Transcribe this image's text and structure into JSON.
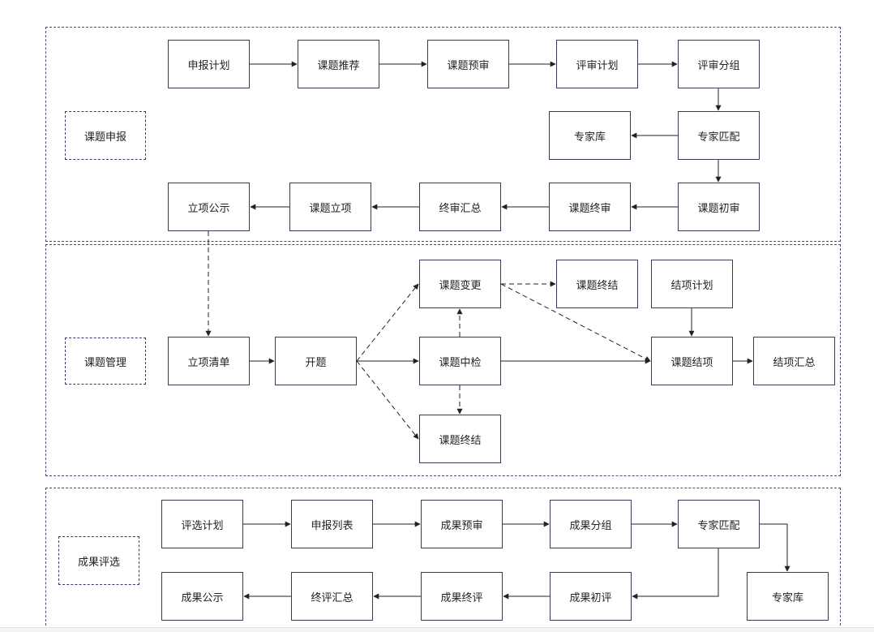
{
  "sections": {
    "application": {
      "label": "课题申报"
    },
    "management": {
      "label": "课题管理"
    },
    "evaluation": {
      "label": "成果评选"
    }
  },
  "nodes": {
    "s1": {
      "sbjh": "申报计划",
      "ktts": "课题推荐",
      "ktys": "课题预审",
      "psjh": "评审计划",
      "psfz": "评审分组",
      "zjk": "专家库",
      "zjpp": "专家匹配",
      "lxgs": "立项公示",
      "ktlx": "课题立项",
      "zshz": "终审汇总",
      "ktzs": "课题终审",
      "ktcs": "课题初审"
    },
    "s2": {
      "lxqd": "立项清单",
      "kt": "开题",
      "ktbg": "课题变更",
      "ktzj_top": "课题终结",
      "jxjh": "结项计划",
      "ktzjian": "课题中检",
      "ktjx": "课题结项",
      "jxhz": "结项汇总",
      "ktzj_bottom": "课题终结"
    },
    "s3": {
      "pxjh": "评选计划",
      "sblb": "申报列表",
      "cgys": "成果预审",
      "cgfz": "成果分组",
      "zjpp": "专家匹配",
      "cggs": "成果公示",
      "zphz": "终评汇总",
      "cgzp": "成果终评",
      "cgcp": "成果初评",
      "zjk": "专家库"
    }
  },
  "colors": {
    "line": "#222222",
    "border": "#3a3a5a",
    "section_border": "#5a5a8a"
  }
}
